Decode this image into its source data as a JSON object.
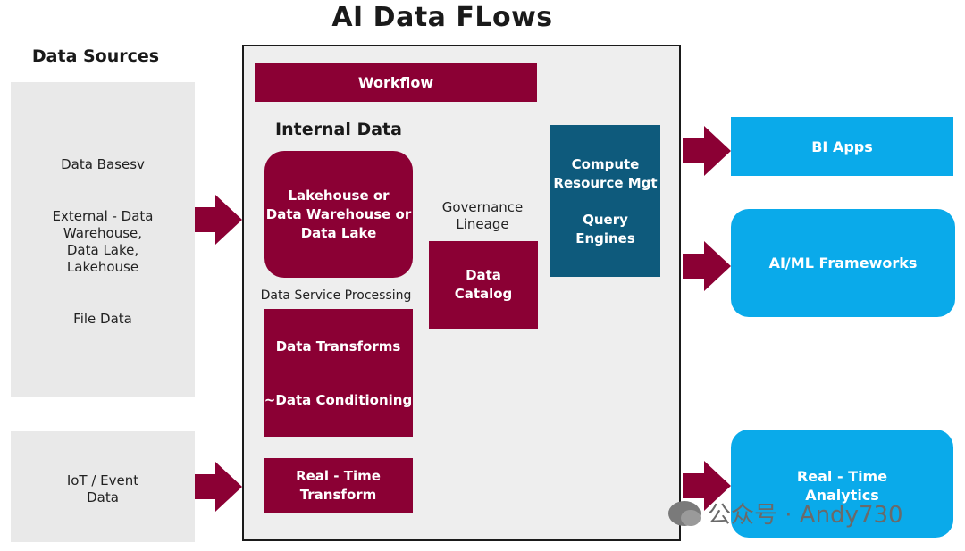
{
  "title": "AI Data FLows",
  "sources": {
    "heading": "Data Sources",
    "box1": {
      "item1": "Data Basesv",
      "item2_line1": "External - Data",
      "item2_line2": "Warehouse,",
      "item2_line3": "Data Lake,",
      "item2_line4": "Lakehouse",
      "item3": "File Data"
    },
    "box2": {
      "line1": "IoT / Event",
      "line2": "Data"
    }
  },
  "main": {
    "workflow": "Workflow",
    "internal_heading": "Internal Data",
    "lakehouse": {
      "line1": "Lakehouse or",
      "line2": "Data Warehouse or",
      "line3": "Data Lake"
    },
    "dsp_label": "Data Service Processing",
    "transforms": {
      "line1": "Data Transforms",
      "line2": "~Data Conditioning"
    },
    "realtime_transform": {
      "line1": "Real - Time",
      "line2": "Transform"
    },
    "governance": {
      "line1": "Governance",
      "line2": "Lineage"
    },
    "catalog": {
      "line1": "Data",
      "line2": "Catalog"
    },
    "compute": {
      "line1": "Compute",
      "line2": "Resource Mgt",
      "line3": "Query",
      "line4": "Engines"
    }
  },
  "outputs": {
    "bi": "BI Apps",
    "aiml": "AI/ML Frameworks",
    "rta": {
      "line1": "Real - Time",
      "line2": "Analytics"
    }
  },
  "watermark": "公众号 · Andy730",
  "colors": {
    "crimson": "#8b0034",
    "navy": "#0e5a7c",
    "blue": "#0aaaea",
    "gray": "#e9e9e9"
  }
}
